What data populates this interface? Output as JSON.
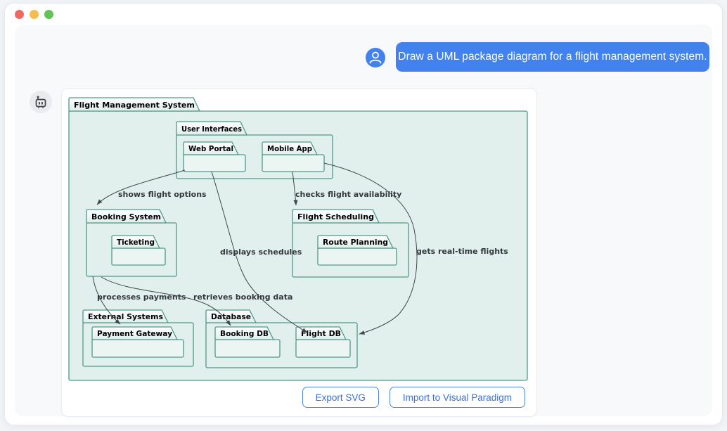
{
  "window": {
    "traffic_lights": [
      {
        "name": "close",
        "color": "#ee6a5f"
      },
      {
        "name": "minimize",
        "color": "#f5bd4f"
      },
      {
        "name": "zoom",
        "color": "#61c454"
      }
    ]
  },
  "chat": {
    "user_message": "Draw a UML package diagram for a flight management system.",
    "user_avatar_icon": "person-icon",
    "bot_avatar_icon": "robot-icon"
  },
  "diagram": {
    "type": "uml-package-diagram",
    "packages": [
      {
        "id": "fms",
        "label": "Flight Management System"
      },
      {
        "id": "ui",
        "label": "User Interfaces"
      },
      {
        "id": "web_portal",
        "label": "Web Portal"
      },
      {
        "id": "mobile_app",
        "label": "Mobile App"
      },
      {
        "id": "booking_system",
        "label": "Booking System"
      },
      {
        "id": "ticketing",
        "label": "Ticketing"
      },
      {
        "id": "flight_scheduling",
        "label": "Flight Scheduling"
      },
      {
        "id": "route_planning",
        "label": "Route Planning"
      },
      {
        "id": "external_systems",
        "label": "External Systems"
      },
      {
        "id": "payment_gateway",
        "label": "Payment Gateway"
      },
      {
        "id": "database",
        "label": "Database"
      },
      {
        "id": "booking_db",
        "label": "Booking DB"
      },
      {
        "id": "flight_db",
        "label": "Flight DB"
      }
    ],
    "edges": [
      {
        "id": "e1",
        "from": "web_portal",
        "to": "booking_system",
        "label": "shows flight options"
      },
      {
        "id": "e2",
        "from": "mobile_app",
        "to": "flight_scheduling",
        "label": "checks flight availability"
      },
      {
        "id": "e3",
        "from": "web_portal",
        "to": "flight_db",
        "label": "displays schedules"
      },
      {
        "id": "e4",
        "from": "mobile_app",
        "to": "flight_db",
        "label": "gets real-time flights"
      },
      {
        "id": "e5",
        "from": "booking_system",
        "to": "payment_gateway",
        "label": "processes payments"
      },
      {
        "id": "e6",
        "from": "booking_system",
        "to": "booking_db",
        "label": "retrieves booking data"
      }
    ],
    "colors": {
      "package_fill": "#e1f0ed",
      "leaf_fill": "#ebf5f2",
      "border": "#4f9a89",
      "arrow": "#41474d",
      "label_text": "#000000",
      "edge_label_text": "#33383d"
    }
  },
  "actions": {
    "export_svg": "Export SVG",
    "import_vp": "Import to Visual Paradigm"
  },
  "colors": {
    "accent_blue": "#4182ef",
    "button_border": "#4c85f0",
    "button_text": "#3a70dd"
  }
}
